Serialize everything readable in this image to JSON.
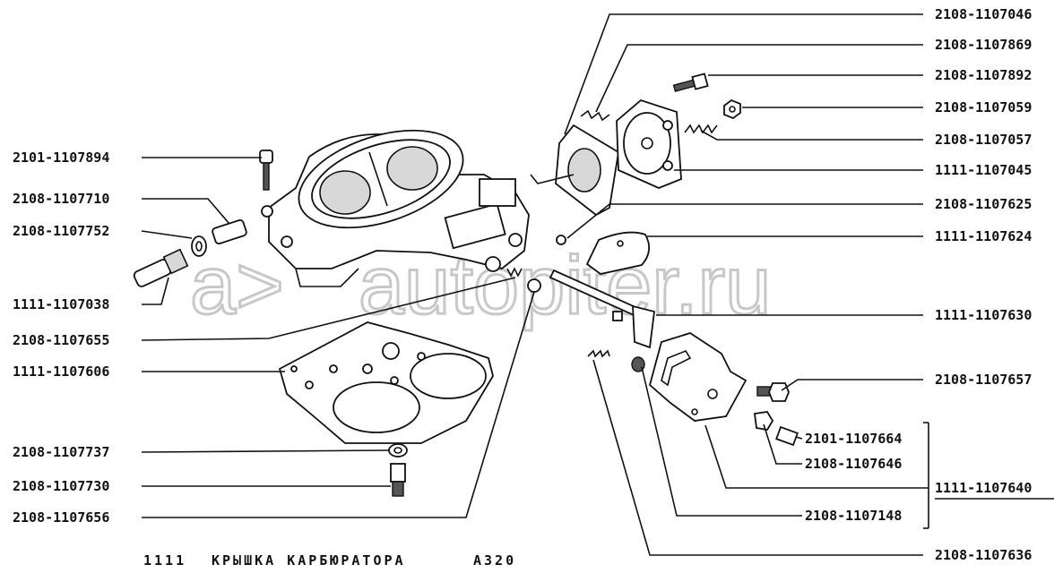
{
  "watermark": {
    "symbol": "a>",
    "text": "autopiter.ru"
  },
  "caption": {
    "model": "1111",
    "title": "КРЫШКА КАРБЮРАТОРА",
    "code": "А320"
  },
  "labels": {
    "l_2108_1107046": "2108-1107046",
    "l_2108_1107869": "2108-1107869",
    "l_2108_1107892": "2108-1107892",
    "l_2108_1107059": "2108-1107059",
    "l_2108_1107057": "2108-1107057",
    "l_1111_1107045": "1111-1107045",
    "l_2108_1107625": "2108-1107625",
    "l_1111_1107624": "1111-1107624",
    "l_1111_1107630": "1111-1107630",
    "l_2108_1107657": "2108-1107657",
    "l_2101_1107664": "2101-1107664",
    "l_2108_1107646": "2108-1107646",
    "l_1111_1107640": "1111-1107640",
    "l_2108_1107148": "2108-1107148",
    "l_2108_1107636": "2108-1107636",
    "l_2101_1107894": "2101-1107894",
    "l_2108_1107710": "2108-1107710",
    "l_2108_1107752": "2108-1107752",
    "l_1111_1107038": "1111-1107038",
    "l_2108_1107655": "2108-1107655",
    "l_1111_1107606": "1111-1107606",
    "l_2108_1107737": "2108-1107737",
    "l_2108_1107730": "2108-1107730",
    "l_2108_1107656": "2108-1107656"
  }
}
